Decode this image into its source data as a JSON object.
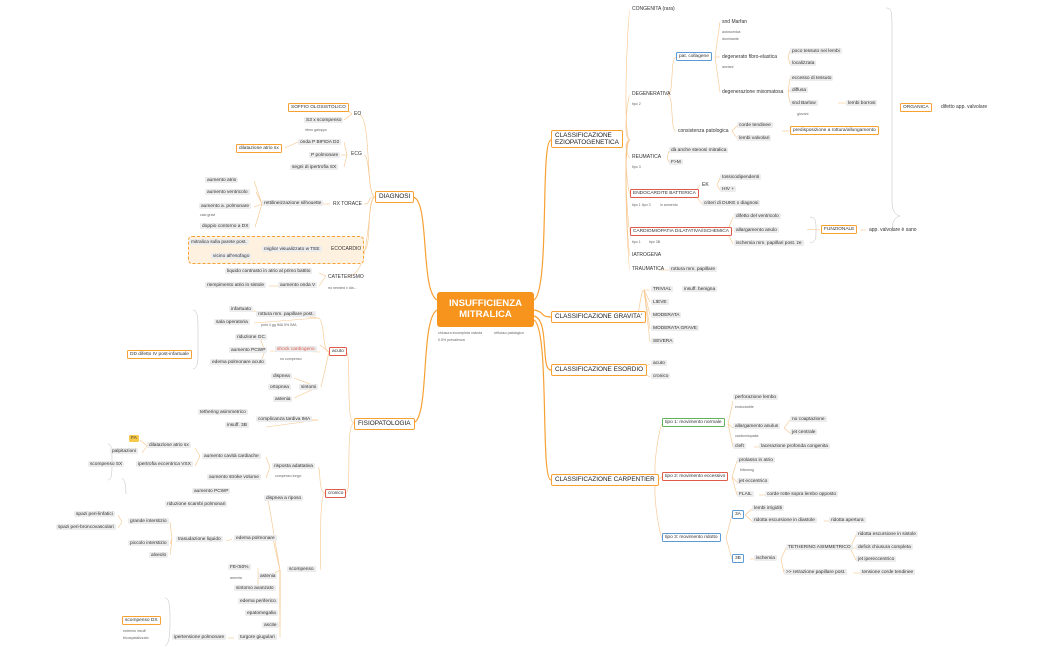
{
  "central": {
    "line1": "INSUFFICIENZA",
    "line2": "MITRALICA"
  },
  "central_notes": {
    "left1": "chiusura incompleta valvola",
    "left2": "0.5% prevalenza",
    "right1": "reflusso patologico"
  },
  "diagnosi": {
    "title": "DIAGNOSI",
    "eo": "EO",
    "soffio": "SOFFIO OLOSISTOLICO",
    "s3": "S3 x scompenso",
    "s3_note": "ritmo galoppo",
    "ecg": "ECG",
    "onda_p": "onda P BIFIDA D2",
    "p_polm": "P polmonare",
    "ipertrofia_sx": "segni di ipertrofia SX",
    "dilat_atrio": "dilatazione atrio sx",
    "rx": "RX TORACE",
    "rett": "rettilineizzazione silhouette",
    "aum_atrio": "aumento atrio",
    "aum_vent": "aumento ventricolo",
    "aum_polm": "aumento a. polmonare",
    "aum_polm_note": "casi gravi",
    "doppio": "doppio contorno a DX",
    "ecocardio": "ECOCARDIO",
    "tee": "miglior visualizzato w TEE",
    "mitralica_post": "mitralica sulla parete post.",
    "vicino_esofago": "vicino all'esofago",
    "cateterismo": "CATETERISMO",
    "catet_note": "no needed x dia...",
    "liquido": "liquido contrasto in atrio al primo battito",
    "riempimento": "riempimento atrio in sistole",
    "onda_v": "aumento onda V"
  },
  "fisiopatologia": {
    "title": "FISIOPATOLOGIA",
    "acuto": "acuto",
    "rottura": "rottura mm. papillare post.",
    "rottura_note": "post 4 gg IMA     5% IMA",
    "infartuato": "infartuato",
    "sala_op": "sala operatoria",
    "shock": "shock cardiogeno",
    "shock_note": "no compenso",
    "rid_gc": "riduzione GC",
    "aum_pcwp": "aumento PCWP",
    "edema_acuto": "edema polmonare acuto",
    "sintomi": "sintomi",
    "dispnea": "dispnea",
    "ortopnea": "ortopnea",
    "astenia": "astenia",
    "dd": "DD difetto IV post-infartuale",
    "compl_tardiva": "complicanza tardiva IMA",
    "tethering": "tethering asimmetrico",
    "insuff_3b": "insuff. 3B",
    "cronico": "cronico",
    "risposta": "risposta adattativa",
    "risposta_note": "compenso lungo",
    "aum_cavita": "aumento cavità cardiache",
    "dil_atrio": "dilatazione atrio sx",
    "fa": "FA",
    "palpitazioni": "palpitazioni",
    "ipertrofia_ecc": "ipertrofia eccentrica VSX",
    "scompenso_sx": "scompenso SX",
    "aum_stroke": "aumento stroke volume",
    "scompenso": "scompenso",
    "dispnea_sforzo": "dispnea a riposo",
    "aum_pcwp2": "aumento PCWP",
    "riduzione_scambi": "riduzione scambi polmonari",
    "edema_polm": "edema polmonare",
    "trasudazione": "trasudazione liquido",
    "grande_int": "grande interstizio",
    "spazi_linf": "spazi peri-linfatici",
    "spazi_bronco": "spazi peri-broncovascolari",
    "piccolo_int": "piccolo interstizio",
    "alveolo": "alveolo",
    "astenia2": "astenia",
    "fe": "FE<50%",
    "fe_note": "anemia",
    "sintomo_avanzato": "sintomo avanzato",
    "edemi": "edema periferico",
    "epatomegalia": "epatomegalia",
    "ascite": "ascite",
    "turgore": "turgore giugulari",
    "ipertensione": "ipertensione polmonare",
    "scompenso_dx": "scompenso DX",
    "scompenso_dx_note1": "estremo insuff.",
    "scompenso_dx_note2": "tricuspidalizzato"
  },
  "eziopatogenetica": {
    "title1": "CLASSIFICAZIONE",
    "title2": "EZIOPATOGENETICA",
    "congenita": "CONGENITA (rara)",
    "degenerativa": "DEGENERATIVA",
    "deg_note": "tipo 2",
    "pat_collagene": "pat. collagene",
    "marfan": "snd Marfan",
    "marfan_note1": "autosomica",
    "marfan_note2": "dominante",
    "fibro": "degenerato fibro-elastica",
    "fibro_note": "anziani",
    "poco_tessuto": "poco tessuto nei lembi",
    "localizzata": "localizzata",
    "mixomatosa": "degenerazione mixomatosa",
    "eccesso": "eccesso di tessuto",
    "diffusa": "diffusa",
    "barlow": "snd Barlow",
    "barlow_note": "giovani",
    "lembi_borrosi": "lembi borrosi",
    "consistenza": "consistenza patologica",
    "corde": "corde tendinee",
    "lembi_valv": "lembi valvolari",
    "predisposizione": "predisposizione a rottura/allungamento",
    "organica": "ORGANICA",
    "difetto_valv": "difetto app. valvolare",
    "reumatica": "REUMATICA",
    "reum_note": "tipo 3",
    "stenosi": "dà anche stenosi mitralica",
    "fm": "F>M",
    "endocardite": "ENDOCARDITE BATTERICA",
    "endo_note1": "tipo 1 tipo 3",
    "endo_note2": "in aumento",
    "ek": "EK",
    "tossico": "tossicodipendenti",
    "hiv": "HIV +",
    "duke": "criteri di DUKE x diagnosi",
    "cardiomiopatia": "CARDIOMIOPATIA DILATATIVA/ISCHEMICA",
    "cardio_note1": "tipo 1",
    "cardio_note2": "tipo 3B",
    "difetto_vent": "difetto del ventricolo",
    "allarg_anulo": "allargamento anulo",
    "ischemia_pap": "ischemia mm. papillari post. ze",
    "funzionale": "FUNZIONALE",
    "app_sano": "app. valvolare è sano",
    "iatrogena": "IATROGENA",
    "traumatica": "TRAUMATICA",
    "rottura_mm": "rottura mm. papillare"
  },
  "gravita": {
    "title": "CLASSIFICAZIONE GRAVITA'",
    "trivial": "TRIVIAL",
    "benigna": "insuff. benigna",
    "lieve": "LIEVE",
    "moderata": "MODERATA",
    "mod_grave": "MODERATA GRAVE",
    "severa": "SEVERA"
  },
  "esordio": {
    "title": "CLASSIFICAZIONE ESORDIO",
    "acuto": "acuto",
    "cronico": "cronico"
  },
  "carpentier": {
    "title": "CLASSIFICAZIONE CARPENTIER",
    "tipo1": "tipo 1: movimento normale",
    "perforazione": "perforazione lembo",
    "perf_note": "endocardite",
    "allarg": "allargamento anulus",
    "allarg_note": "cardiomiopatia",
    "no_coapt": "no coaptazione",
    "jet_centrale": "jet centrale",
    "cleft": "cleft",
    "lacerazione": "lacerazione profonda congenita",
    "tipo2": "tipo 2: movimento eccessivo",
    "prolasso": "prolasso in atrio",
    "prolasso_note": "billowing",
    "jet_ecc": "jet eccentrico",
    "flail": "FLAIL",
    "corde_rotte": "corde rotte sopra lembo opposto",
    "tipo3": "tipo 3: movimento ridotto",
    "3a": "3A",
    "lembi_irrigiditi": "lembi irrigiditi",
    "ridotta_diastole": "ridotta escursione in diastole",
    "ridotta_apertura": "ridotta apertura",
    "3b": "3B",
    "ischemia": "ischemia",
    "tethering": "TETHERING ASIMMETRICO",
    "ridotta_sistole": "ridotta escursione in sistole",
    "deficit": "deficit chiusura completa",
    "jet_ipereccentrico": "jet ipereccentrico",
    "retrazione": ">> retrazione papillare post.",
    "tensione": "tensione corde tendinee"
  }
}
